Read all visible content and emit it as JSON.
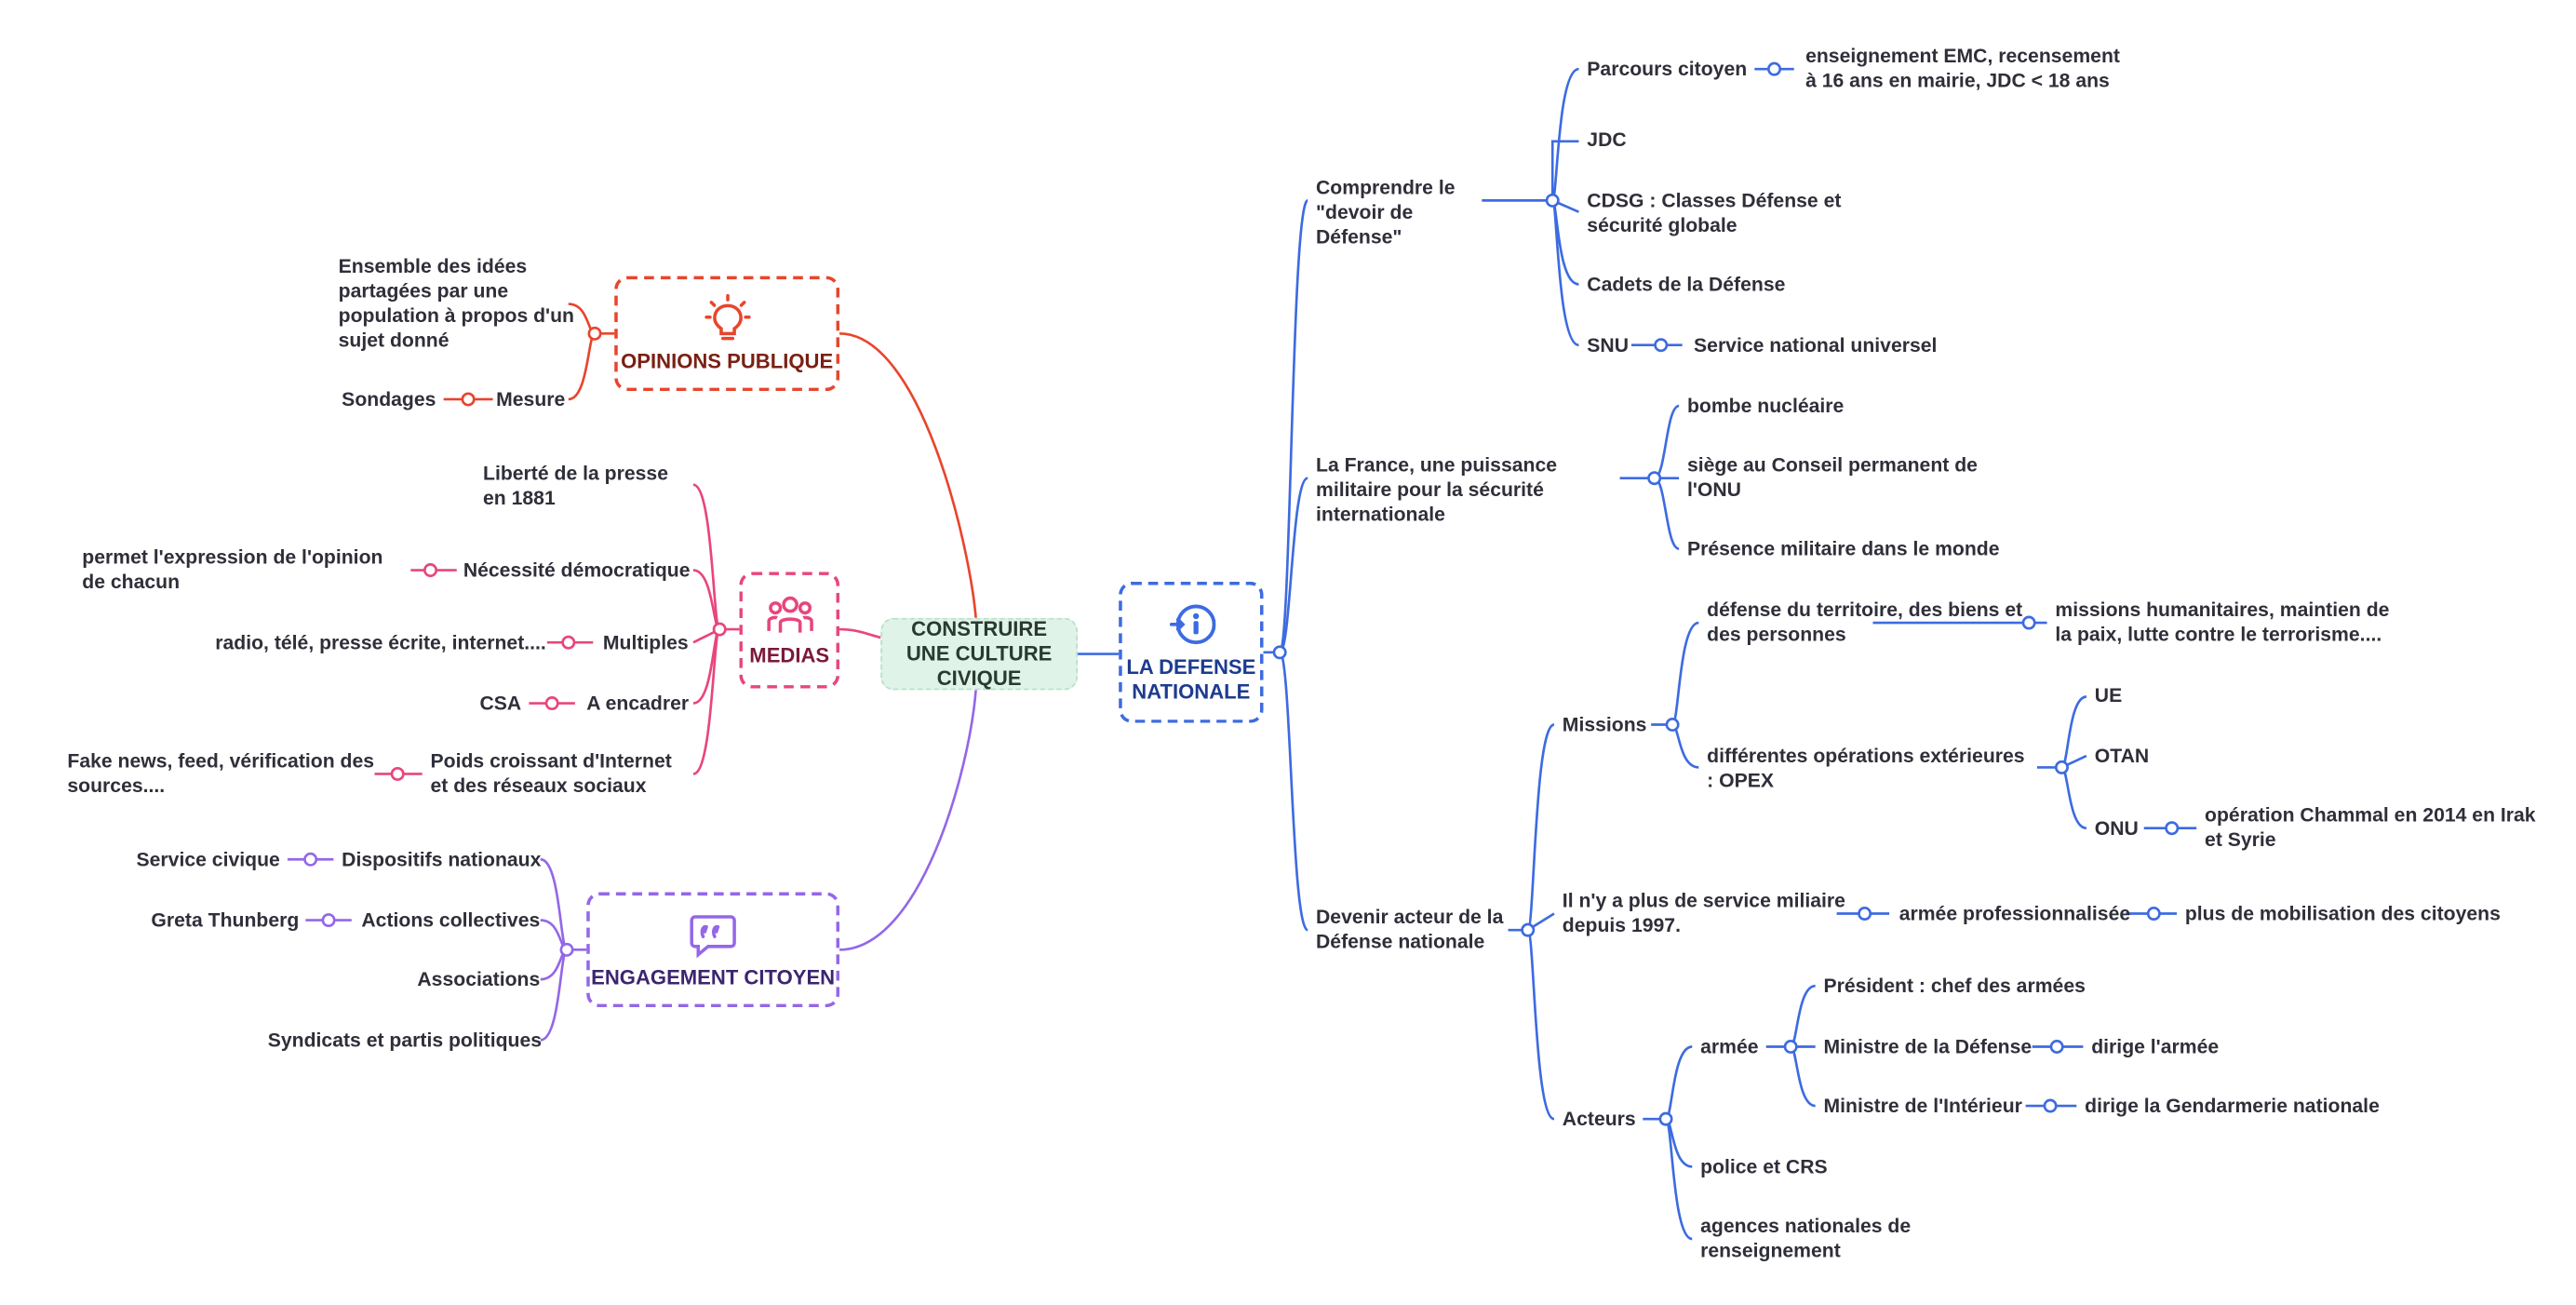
{
  "colors": {
    "defense": "#3d6be0",
    "opinions": "#e8452d",
    "medias": "#e8467b",
    "engagement": "#9467e8",
    "center_fill": "#dff3e8"
  },
  "center": {
    "label": "CONSTRUIRE UNE CULTURE CIVIQUE"
  },
  "defense": {
    "label": "LA DEFENSE NATIONALE",
    "icon": "info-person-icon",
    "comprendre": {
      "label": "Comprendre le \"devoir de Défense\"",
      "parcours": "Parcours citoyen",
      "parcours_detail": "enseignement EMC, recensement à 16 ans en mairie, JDC < 18 ans",
      "jdc": "JDC",
      "cdsg": "CDSG : Classes Défense et sécurité globale",
      "cadets": "Cadets de la Défense",
      "snu": "SNU",
      "snu_detail": "Service national universel"
    },
    "puissance": {
      "label": "La France, une puissance militaire pour la sécurité internationale",
      "bombe": "bombe nucléaire",
      "siege": "siège au Conseil permanent de l'ONU",
      "presence": "Présence militaire dans le monde"
    },
    "acteur": {
      "label": "Devenir acteur de la Défense nationale",
      "missions": {
        "label": "Missions",
        "territoire": "défense du territoire, des biens et des personnes",
        "humanitaires": "missions humanitaires, maintien de la paix, lutte contre le terrorisme....",
        "opex": "différentes opérations extérieures : OPEX",
        "ue": "UE",
        "otan": "OTAN",
        "onu": "ONU",
        "chammal": "opération Chammal en 2014 en Irak et Syrie"
      },
      "service": "Il n'y a plus de service miliaire depuis 1997.",
      "armee_pro": "armée professionnalisée",
      "mobilisation": "plus de mobilisation des citoyens",
      "acteurs": {
        "label": "Acteurs",
        "armee": "armée",
        "president": "Président : chef des armées",
        "ministre_defense": "Ministre de la Défense",
        "dirige_armee": "dirige l'armée",
        "ministre_interieur": "Ministre de l'Intérieur",
        "dirige_gendarmerie": "dirige la Gendarmerie nationale",
        "police": "police et CRS",
        "agences": "agences nationales de renseignement"
      }
    }
  },
  "opinions": {
    "label": "OPINIONS PUBLIQUE",
    "icon": "lightbulb-icon",
    "definition": "Ensemble des idées partagées par une population à propos d'un sujet donné",
    "mesure": "Mesure",
    "sondages": "Sondages"
  },
  "medias": {
    "label": "MEDIAS",
    "icon": "people-icon",
    "liberte": "Liberté de la presse en 1881",
    "necessite": "Nécessité démocratique",
    "expression": "permet l'expression de l'opinion de chacun",
    "multiples": "Multiples",
    "radio": "radio, télé, presse écrite, internet....",
    "encadrer": "A encadrer",
    "csa": "CSA",
    "poids": "Poids croissant d'Internet et des réseaux sociaux",
    "fake": "Fake news, feed, vérification des sources...."
  },
  "engagement": {
    "label": "ENGAGEMENT CITOYEN",
    "icon": "quote-bubble-icon",
    "dispositifs": "Dispositifs nationaux",
    "service_civique": "Service civique",
    "actions": "Actions collectives",
    "greta": "Greta Thunberg",
    "associations": "Associations",
    "syndicats": "Syndicats et partis politiques"
  }
}
